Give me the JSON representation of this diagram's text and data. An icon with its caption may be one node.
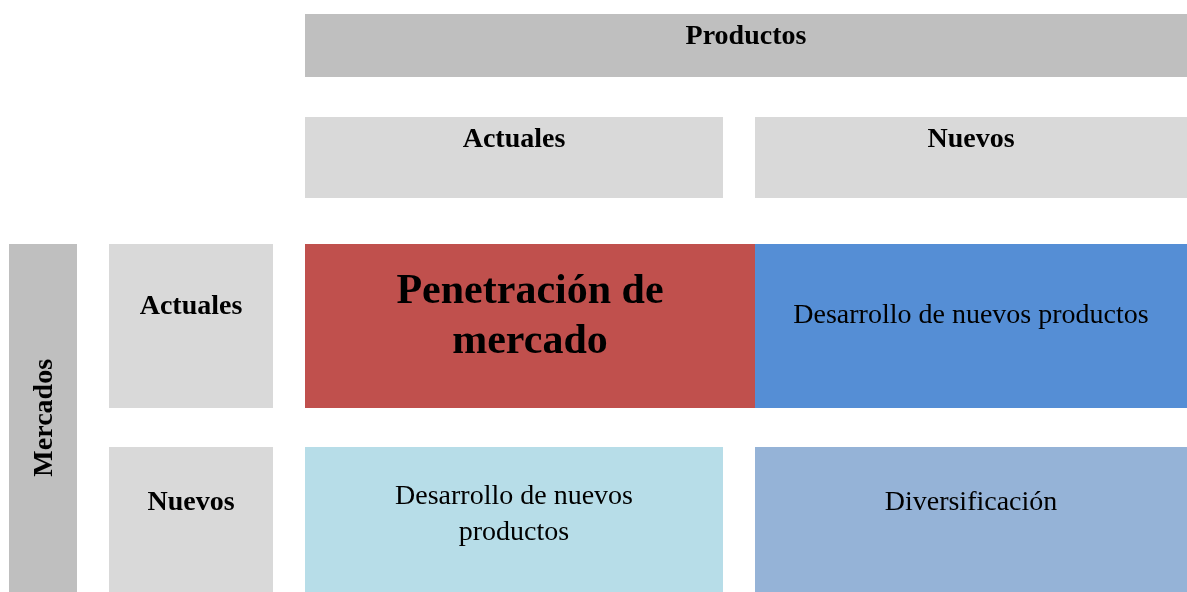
{
  "diagram": {
    "nodes": [
      {
        "text": [
          "Productos"
        ]
      },
      {
        "text": [
          "Actuales"
        ]
      },
      {
        "text": [
          "Nuevos"
        ]
      },
      {
        "text": [
          "Mercados"
        ]
      },
      {
        "text": [
          "Actuales"
        ]
      },
      {
        "text": [
          "Penetración de mercado"
        ]
      },
      {
        "text": [
          "Desarrollo de nuevos productos"
        ]
      },
      {
        "text": [
          "Nuevos"
        ]
      },
      {
        "text": [
          "Desarrollo de nuevos productos"
        ]
      },
      {
        "text": [
          "Diversificación"
        ]
      }
    ]
  }
}
